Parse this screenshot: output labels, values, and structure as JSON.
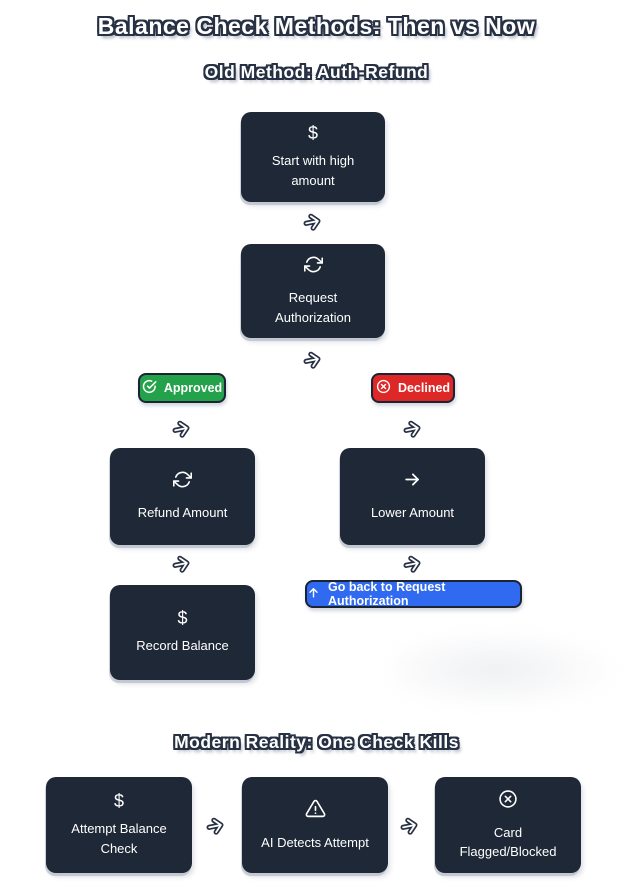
{
  "diagram": {
    "title": "Balance Check Methods: Then vs Now",
    "old_section": {
      "title": "Old Method: Auth-Refund",
      "start": "Start with high amount",
      "request": "Request Authorization",
      "approved": "Approved",
      "declined": "Declined",
      "refund": "Refund Amount",
      "lower": "Lower Amount",
      "record": "Record Balance",
      "goback": "Go back to Request Authorization"
    },
    "modern_section": {
      "title": "Modern Reality: One Check Kills",
      "attempt": "Attempt Balance Check",
      "detect": "AI Detects Attempt",
      "flagged": "Card Flagged/Blocked"
    }
  },
  "icons": {
    "dollar": "$",
    "refresh": "refresh-icon",
    "check_circle": "check-circle-icon",
    "x_circle": "x-circle-icon",
    "warning": "warning-triangle-icon",
    "arrow_right": "arrow-right-icon",
    "arrow_up": "arrow-up-icon",
    "connector": "flow-arrow-icon"
  },
  "colors": {
    "node_bg": "#1E2836",
    "approved_green": "#23A24B",
    "declined_red": "#DE2727",
    "goback_blue": "#2F6AF0",
    "outline_dark": "#273143",
    "text": "#FFFFFF",
    "background": "#FFFFFF"
  }
}
